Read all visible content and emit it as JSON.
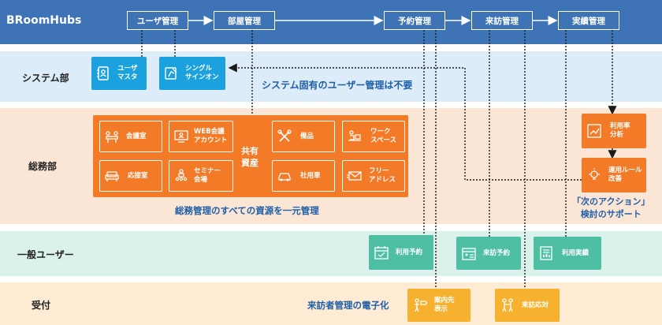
{
  "header": {
    "brand": "BRoomHubs",
    "process": [
      "ユーザ管理",
      "部屋管理",
      "予約管理",
      "来訪管理",
      "実績管理"
    ]
  },
  "rows": {
    "system": "システム部",
    "general": "総務部",
    "user": "一般ユーザー",
    "reception": "受付"
  },
  "system": {
    "user_master": "ユーザ\nマスタ",
    "sso": "シングル\nサインオン",
    "note": "システム固有のユーザー管理は不要"
  },
  "general": {
    "resources": [
      {
        "label": "会議室",
        "icon": "meeting-room-icon"
      },
      {
        "label": "WEB会議\nアカウント",
        "icon": "web-meeting-icon"
      },
      {
        "label": "備品",
        "icon": "tools-icon"
      },
      {
        "label": "ワーク\nスペース",
        "icon": "workspace-icon"
      },
      {
        "label": "応接室",
        "icon": "sofa-icon"
      },
      {
        "label": "セミナー\n会場",
        "icon": "seminar-icon"
      },
      {
        "label": "社用車",
        "icon": "car-icon"
      },
      {
        "label": "フリー\nアドレス",
        "icon": "mail-icon"
      }
    ],
    "shared": "共有\n資産",
    "caption": "総務管理のすべての資源を一元管理",
    "analysis": "利用率\n分析",
    "improve": "運用ルール\n改善",
    "next_action": "「次のアクション」\n検討のサポート"
  },
  "user": {
    "reserve": "利用予約",
    "visit_reserve": "来訪予約",
    "usage": "利用実績"
  },
  "reception": {
    "caption": "来訪者管理の電子化",
    "guide": "案内先\n表示",
    "visit_handle": "来訪応対"
  },
  "colors": {
    "header": "#3e73b6",
    "system_band": "#dcecf8",
    "general_band": "#fbe6d6",
    "user_band": "#dbf1ec",
    "reception_band": "#fdebd4",
    "blue": "#1ba1dd",
    "orange": "#f37a27",
    "teal": "#4fbfa3",
    "yellow": "#f6b12f"
  }
}
